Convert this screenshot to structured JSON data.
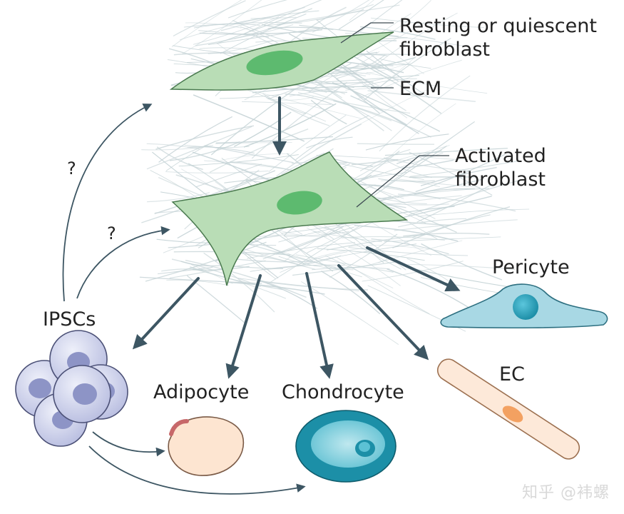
{
  "labels": {
    "resting_line1": "Resting or quiescent",
    "resting_line2": "fibroblast",
    "ecm": "ECM",
    "activated_line1": "Activated",
    "activated_line2": "fibroblast",
    "pericyte": "Pericyte",
    "ec": "EC",
    "ipscs": "IPSCs",
    "adipocyte": "Adipocyte",
    "chondrocyte": "Chondrocyte",
    "question_1": "?",
    "question_2": "?"
  },
  "watermark": "知乎 @袆螺",
  "colors": {
    "fibroblast_fill": "#b9ddb6",
    "fibroblast_nucleus": "#5dba6f",
    "ecm_fibers": "#c5d3d6",
    "arrow": "#3d5663",
    "pericyte_fill": "#a8d8e4",
    "pericyte_nucleus": "#2a9fb8",
    "ec_fill": "#fde9d9",
    "ec_nucleus": "#f3a161",
    "ipsc_fill": "#c9cde6",
    "ipsc_nucleus": "#8d94c6",
    "adipocyte_fill": "#fde5d1",
    "chondrocyte_fill": "#1c8fa7",
    "chondrocyte_inner": "#88d3e0"
  }
}
